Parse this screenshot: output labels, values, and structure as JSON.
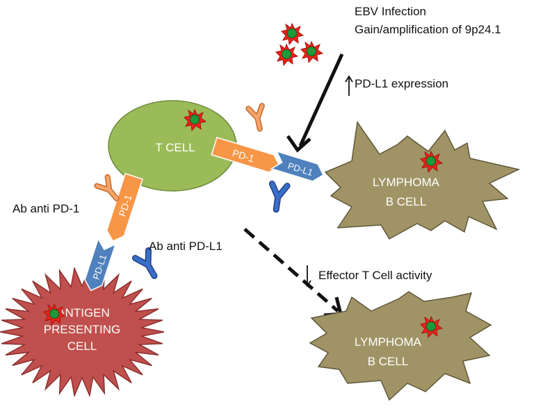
{
  "labels": {
    "ebv_infection": "EBV Infection",
    "gain_amplification": "Gain/amplification of 9p24.1",
    "pdl1_expression": "PD-L1 expression",
    "t_cell": "T CELL",
    "pd1_top": "PD-1",
    "pdl1_top": "PD-L1",
    "lymphoma_top_line1": "LYMPHOMA",
    "lymphoma_top_line2": "B CELL",
    "ab_anti_pd1": "Ab anti PD-1",
    "pd1_left": "PD-1",
    "pdl1_left": "PD-L1",
    "ab_anti_pdl1": "Ab anti PD-L1",
    "effector_activity": "Effector T Cell  activity",
    "apc_line1": "ANTIGEN",
    "apc_line2": "PRESENTING",
    "apc_line3": "CELL",
    "lymphoma_bottom_line1": "LYMPHOMA",
    "lymphoma_bottom_line2": "B CELL"
  },
  "icons": {
    "virus": "virus-star-icon",
    "up_arrow": "up-arrow-icon",
    "down_arrow": "down-arrow-icon",
    "antibody": "antibody-y-icon"
  },
  "colors": {
    "t_cell": "#9bbb59",
    "pd1": "#f79646",
    "pdl1": "#4f81bd",
    "lymphoma": "#a09466",
    "apc": "#c0504d",
    "virus_star": "#e8231a",
    "virus_core": "#1f9a3a",
    "antibody_orange": "#f79646",
    "antibody_blue": "#3a6fc8"
  }
}
